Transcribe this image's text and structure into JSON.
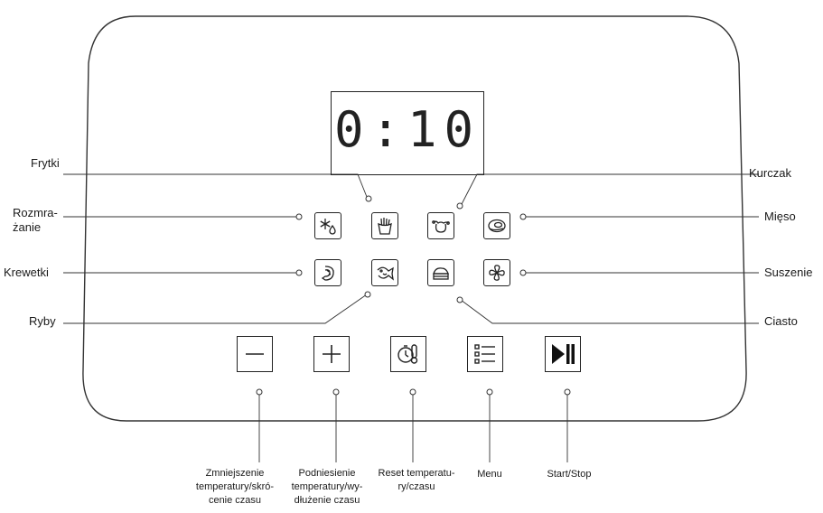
{
  "display": {
    "time": "0:10"
  },
  "programs": {
    "fries": "Frytki",
    "chicken": "Kurczak",
    "defrost": "Rozmra-\nżanie",
    "meat": "Mięso",
    "shrimp": "Krewetki",
    "drying": "Suszenie",
    "fish": "Ryby",
    "cake": "Ciasto"
  },
  "buttons": {
    "minus": "Zmniejszenie\ntemperatury/skró-\ncenie czasu",
    "plus": "Podniesienie\ntemperatury/wy-\ndłużenie czasu",
    "reset": "Reset temperatu-\nry/czasu",
    "menu": "Menu",
    "start": "Start/Stop"
  },
  "icons": {
    "defrost": "snowflake-drop-icon",
    "fries": "fries-icon",
    "chicken": "chicken-leg-icon",
    "meat": "steak-icon",
    "shrimp": "shrimp-icon",
    "fish": "fish-icon",
    "cake": "cake-slice-icon",
    "drying": "fan-icon",
    "minus": "minus-icon",
    "plus": "plus-icon",
    "reset": "thermometer-timer-icon",
    "menu": "menu-list-icon",
    "start": "play-pause-icon"
  }
}
